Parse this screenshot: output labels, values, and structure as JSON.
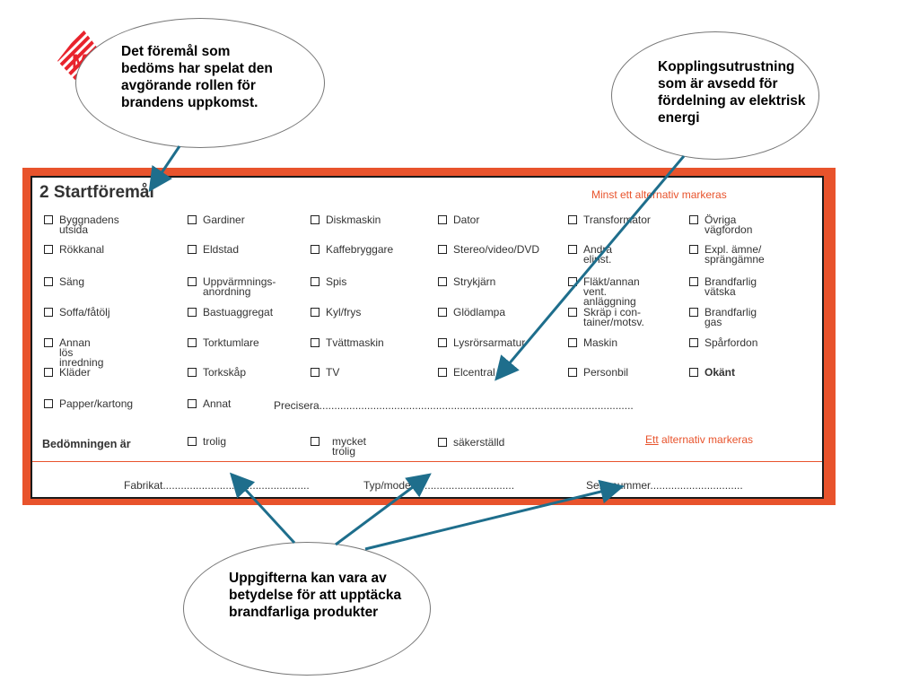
{
  "form": {
    "title": "2 Startföremål",
    "note_min": "Minst ett alternativ markeras",
    "note_one_prefix": "Ett",
    "note_one_rest": " alternativ markeras",
    "options": [
      "Byggnadens\nutsida",
      "Gardiner",
      "Diskmaskin",
      "Dator",
      "Transformator",
      "Övriga\nvägfordon",
      "Rökkanal",
      "Eldstad",
      "Kaffebryggare",
      "Stereo/video/DVD",
      "Andra elinst.",
      "Expl. ämne/\nsprängämne",
      "Säng",
      "Uppvärmnings-\nanordning",
      "Spis",
      "Strykjärn",
      "Fläkt/annan\nvent. anläggning",
      "Brandfarlig\nvätska",
      "Soffa/fåtölj",
      "Bastuaggregat",
      "Kyl/frys",
      "Glödlampa",
      "Skräp i con-\ntainer/motsv.",
      "Brandfarlig gas",
      "Annan lös\ninredning",
      "Torktumlare",
      "Tvättmaskin",
      "Lysrörsarmatur",
      "Maskin",
      "Spårfordon",
      "Kläder",
      "Torkskåp",
      "TV",
      "Elcentral",
      "Personbil",
      "Okänt",
      "Papper/kartong",
      "Annat"
    ],
    "precisera": "Precisera.........................................................................................................",
    "assessment_label": "Bedömningen är",
    "assessment_options": [
      "trolig",
      "mycket trolig",
      "säkerställd"
    ],
    "fabrikat": "Fabrikat.................................................",
    "typ_modell": "Typ/modell.................................",
    "serienummer": "Serienummer..............................."
  },
  "callouts": {
    "top_left": "Det föremål som bedöms har spelat den avgörande rollen för brandens uppkomst.",
    "top_right": "Kopplingsutrustning som är avsedd för fördelning av elektrisk energi",
    "bottom": "Uppgifterna kan vara av betydelse för att upptäcka brandfarliga produkter"
  },
  "colors": {
    "frame": "#e8532c",
    "arrow": "#1e6e8c",
    "logo": "#e8232c"
  },
  "logo_text": "M"
}
